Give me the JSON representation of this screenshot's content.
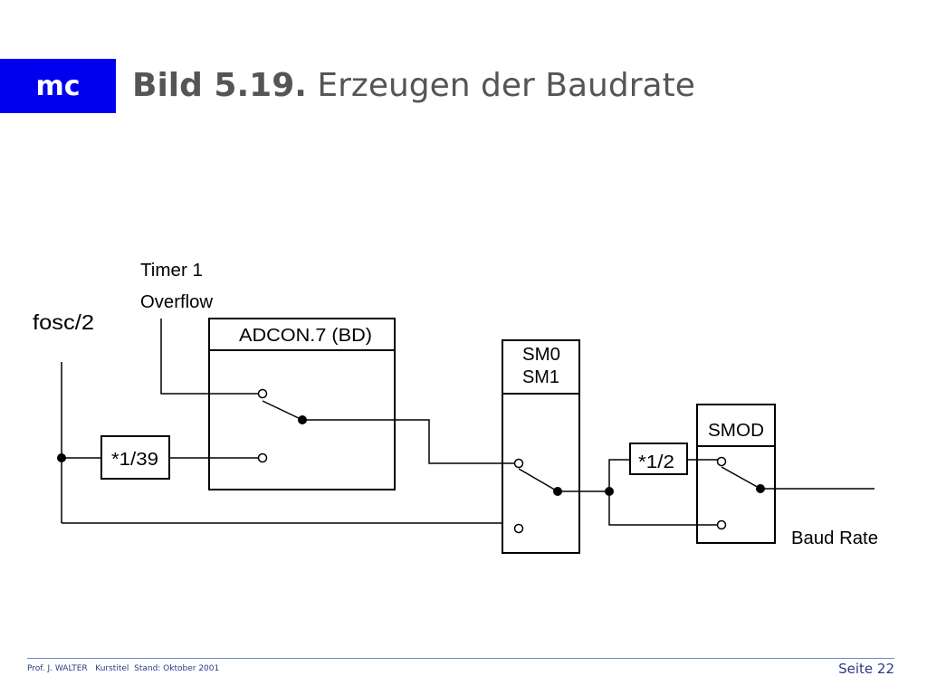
{
  "logo": "mc",
  "title": {
    "number": "Bild 5.19.",
    "text": "Erzeugen der Baudrate"
  },
  "diagram": {
    "fosc_label": "fosc/2",
    "timer_label_1": "Timer 1",
    "timer_label_2": "Overflow",
    "adcon_label": "ADCON.7  (BD)",
    "sm_label_1": "SM0",
    "sm_label_2": "SM1",
    "smod_label": "SMOD",
    "div39_label": "*1/39",
    "div2_label": "*1/2",
    "output_label": "Baud Rate"
  },
  "footer": {
    "left": "Prof. J. WALTER   Kurstitel  Stand: Oktober 2001",
    "page": "Seite 22"
  }
}
